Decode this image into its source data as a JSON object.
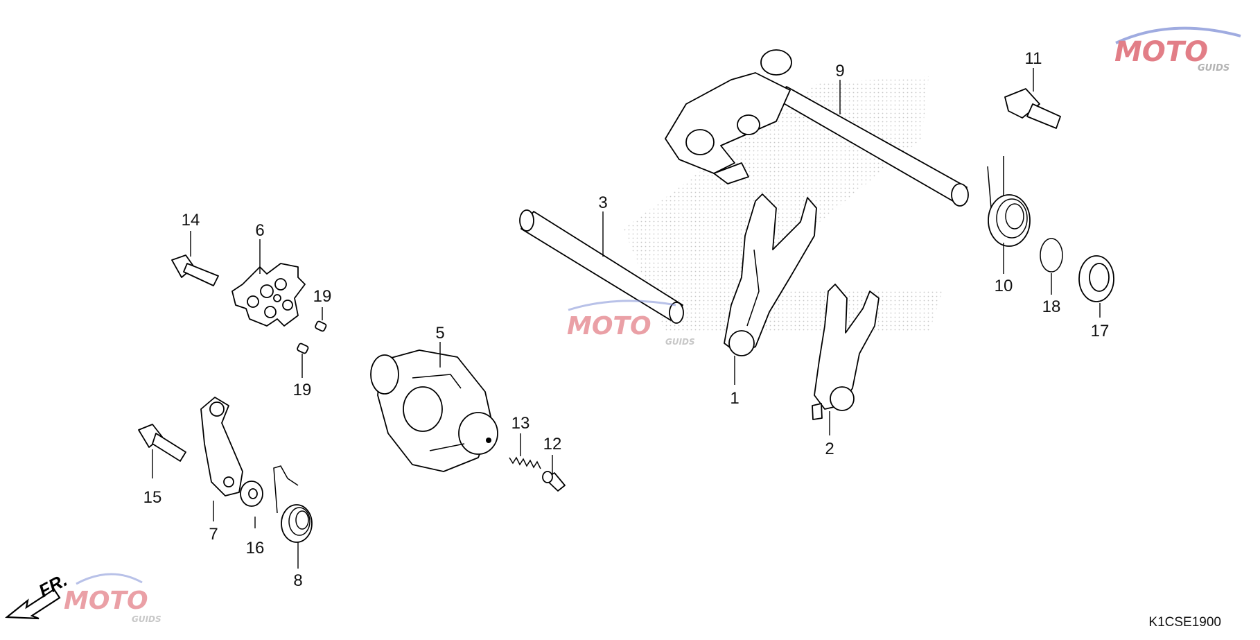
{
  "diagram_code": "K1CSE1900",
  "front_indicator": "FR.",
  "watermark": {
    "brand": "MOTO",
    "sub": "GUIDS"
  },
  "colors": {
    "line": "#000000",
    "label": "#111111",
    "watermark_red": "#d9535f",
    "watermark_gray": "#9a9a9a",
    "watermark_blue": "#7f8fd6"
  },
  "callouts": [
    {
      "id": "c1",
      "label": "1"
    },
    {
      "id": "c2",
      "label": "2"
    },
    {
      "id": "c3",
      "label": "3"
    },
    {
      "id": "c5",
      "label": "5"
    },
    {
      "id": "c6",
      "label": "6"
    },
    {
      "id": "c7",
      "label": "7"
    },
    {
      "id": "c8",
      "label": "8"
    },
    {
      "id": "c9",
      "label": "9"
    },
    {
      "id": "c10",
      "label": "10"
    },
    {
      "id": "c11",
      "label": "11"
    },
    {
      "id": "c12",
      "label": "12"
    },
    {
      "id": "c13",
      "label": "13"
    },
    {
      "id": "c14",
      "label": "14"
    },
    {
      "id": "c15",
      "label": "15"
    },
    {
      "id": "c16",
      "label": "16"
    },
    {
      "id": "c17",
      "label": "17"
    },
    {
      "id": "c18",
      "label": "18"
    },
    {
      "id": "c19a",
      "label": "19"
    },
    {
      "id": "c19b",
      "label": "19"
    }
  ]
}
